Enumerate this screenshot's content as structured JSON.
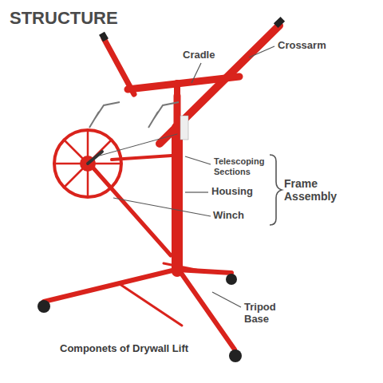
{
  "diagram": {
    "title": "STRUCTURE",
    "caption": "Componets of Drywall Lift",
    "labels": [
      "Cradle",
      "Crossarm",
      "Telescoping Sections",
      "Housing",
      "Winch",
      "Frame Assembly",
      "Tripod Base"
    ]
  }
}
